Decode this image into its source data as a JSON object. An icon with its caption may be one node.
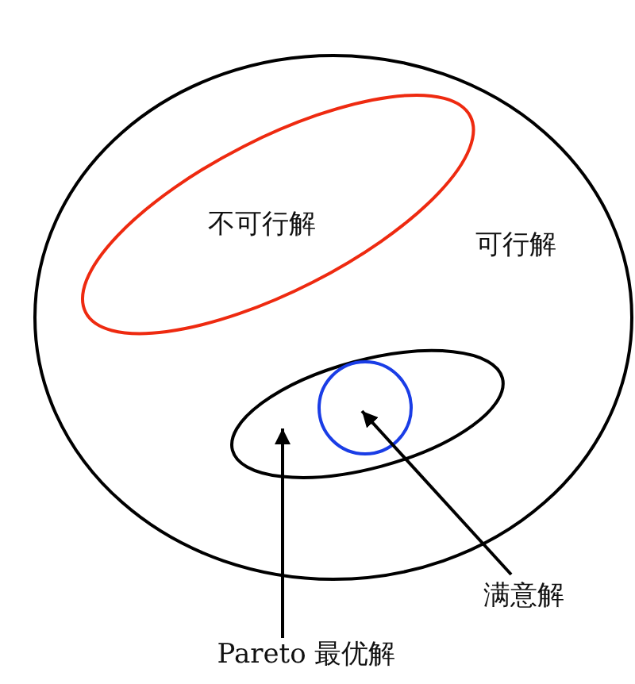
{
  "diagram": {
    "nodes": [
      {
        "text": [
          "可行解"
        ]
      },
      {
        "text": [
          "不可行解"
        ],
        "in": 0
      },
      {
        "text": [],
        "shape": "ellipse",
        "in": 0
      },
      {
        "text": [],
        "shape": "circle",
        "in": 2
      },
      {
        "text": [
          "满意解"
        ]
      },
      {
        "text": [
          "Pareto 最优解"
        ]
      }
    ],
    "edges": [
      {
        "from": 5,
        "to": 2,
        "arrow": "to"
      },
      {
        "from": 4,
        "to": 3,
        "arrow": "to"
      }
    ]
  }
}
